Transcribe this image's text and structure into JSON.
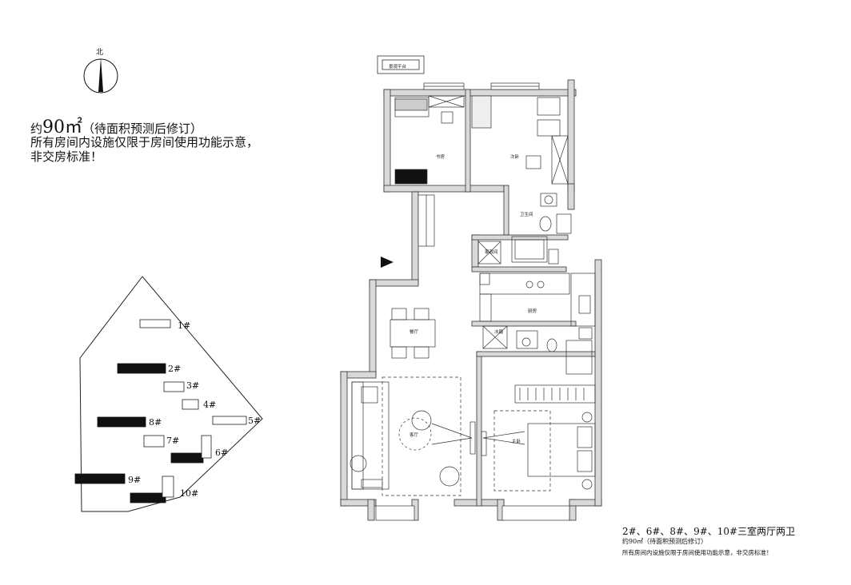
{
  "compass": {
    "north_label": "北"
  },
  "header": {
    "area_prefix": "约",
    "area_value": "90㎡",
    "area_suffix": "（待面积预测后修订）",
    "note_line1": "所有房间内设施仅限于房间使用功能示意，",
    "note_line2": "非交房标准！"
  },
  "site_plan": {
    "buildings": [
      {
        "label": "1#",
        "highlighted": false
      },
      {
        "label": "2#",
        "highlighted": true
      },
      {
        "label": "3#",
        "highlighted": false
      },
      {
        "label": "4#",
        "highlighted": false
      },
      {
        "label": "5#",
        "highlighted": false
      },
      {
        "label": "6#",
        "highlighted": true
      },
      {
        "label": "7#",
        "highlighted": false
      },
      {
        "label": "8#",
        "highlighted": true
      },
      {
        "label": "9#",
        "highlighted": true
      },
      {
        "label": "10#",
        "highlighted": true
      }
    ]
  },
  "floor_plan": {
    "rooms": {
      "balcony": "景观平台",
      "study": "书房",
      "second_bedroom": "次卧",
      "bathroom": "卫生间",
      "laundry": "家政间",
      "kitchen": "厨房",
      "dining": "餐厅",
      "fridge": "冰箱",
      "living": "客厅",
      "master": "主卧"
    }
  },
  "footer": {
    "title": "2#、6#、8#、9#、10#三室两厅两卫",
    "area": "约90㎡（待面积预测后修订）",
    "note": "所有房间内设施仅限于房间使用功能示意，非交房标准！"
  }
}
